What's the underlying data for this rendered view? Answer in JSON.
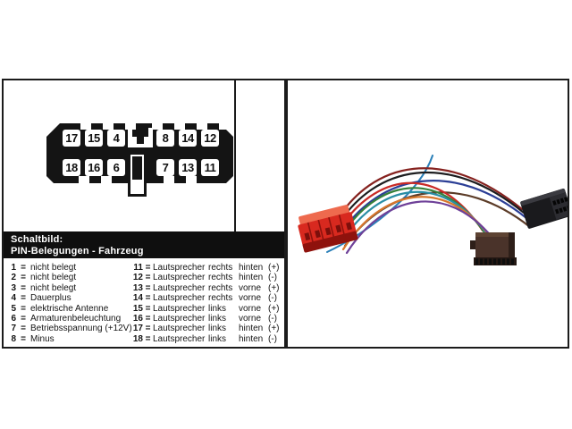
{
  "diagram": {
    "header": {
      "line1": "Schaltbild:",
      "line2": "PIN-Belegungen - Fahrzeug"
    },
    "connector": {
      "top_pins": [
        "17",
        "15",
        "4",
        "8",
        "14",
        "12"
      ],
      "bottom_pins": [
        "18",
        "16",
        "6",
        "7",
        "13",
        "11"
      ]
    },
    "table": {
      "left": [
        {
          "pin": "1",
          "eq": "=",
          "desc": "nicht belegt"
        },
        {
          "pin": "2",
          "eq": "=",
          "desc": "nicht belegt"
        },
        {
          "pin": "3",
          "eq": "=",
          "desc": "nicht belegt"
        },
        {
          "pin": "4",
          "eq": "=",
          "desc": "Dauerplus"
        },
        {
          "pin": "5",
          "eq": "=",
          "desc": "elektrische Antenne"
        },
        {
          "pin": "6",
          "eq": "=",
          "desc": "Armaturenbeleuchtung"
        },
        {
          "pin": "7",
          "eq": "=",
          "desc": "Betriebsspannung (+12V)"
        },
        {
          "pin": "8",
          "eq": "=",
          "desc": "Minus"
        }
      ],
      "right": [
        {
          "pin": "11",
          "eq": "=",
          "name": "Lautsprecher",
          "side": "rechts",
          "position": "hinten",
          "polarity": "(+)"
        },
        {
          "pin": "12",
          "eq": "=",
          "name": "Lautsprecher",
          "side": "rechts",
          "position": "hinten",
          "polarity": "(-)"
        },
        {
          "pin": "13",
          "eq": "=",
          "name": "Lautsprecher",
          "side": "rechts",
          "position": "vorne",
          "polarity": "(+)"
        },
        {
          "pin": "14",
          "eq": "=",
          "name": "Lautsprecher",
          "side": "rechts",
          "position": "vorne",
          "polarity": "(-)"
        },
        {
          "pin": "15",
          "eq": "=",
          "name": "Lautsprecher",
          "side": "links",
          "position": "vorne",
          "polarity": "(+)"
        },
        {
          "pin": "16",
          "eq": "=",
          "name": "Lautsprecher",
          "side": "links",
          "position": "vorne",
          "polarity": "(-)"
        },
        {
          "pin": "17",
          "eq": "=",
          "name": "Lautsprecher",
          "side": "links",
          "position": "hinten",
          "polarity": "(+)"
        },
        {
          "pin": "18",
          "eq": "=",
          "name": "Lautsprecher",
          "side": "links",
          "position": "hinten",
          "polarity": "(-)"
        }
      ]
    }
  },
  "photo": {
    "wire_colors": {
      "black": "#1d1d1f",
      "maroon": "#86221f",
      "red": "#c92a26",
      "blue": "#2c3f96",
      "teal": "#2a8ea4",
      "green": "#35803a",
      "orange": "#d7762c",
      "purple": "#6e4098",
      "brown": "#5c3c28",
      "stray_blue": "#2a7fb8"
    },
    "connector_colors": {
      "iso_red": "#d8291f",
      "iso_red_light": "#ee6a4e",
      "iso_red_dark": "#8f120d",
      "iso_red_slot": "#7c0f0b",
      "iso_brown": "#4a332a",
      "iso_brown_light": "#5d4333",
      "iso_brown_dark": "#2e1f19",
      "iso_pin_strip": "#241813",
      "iso_pin_teeth": "#0e0e0e",
      "iso_black": "#1a1a1d",
      "iso_black_light": "#3a3a40",
      "iso_black_face": "#2c2c31",
      "pin_hole": "#060606"
    }
  },
  "colors": {
    "frame_border": "#1b1b1b",
    "header_bg": "#0f0f0f",
    "header_text": "#ffffff",
    "connector_black": "#141414"
  }
}
